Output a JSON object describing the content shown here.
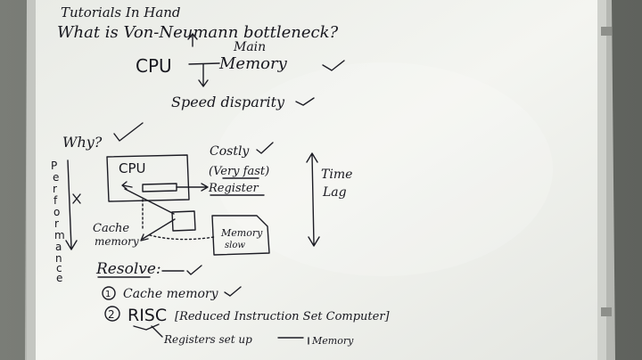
{
  "header": {
    "channel": "Tutorials In Hand",
    "question": "What is Von-Neumann bottleneck?"
  },
  "top_diagram": {
    "cpu": "CPU",
    "main": "Main",
    "memory": "Memory",
    "speed_disparity": "Speed disparity"
  },
  "why_section": {
    "why": "Why?",
    "performance_letters": [
      "P",
      "e",
      "r",
      "f",
      "o",
      "r",
      "m",
      "a",
      "n",
      "c",
      "e"
    ],
    "cpu_box": "CPU",
    "costly": "Costly",
    "very_fast": "(Very fast)",
    "register": "Register",
    "cache_line1": "Cache",
    "cache_line2": "memory",
    "memory_line1": "Memory",
    "memory_line2": "slow",
    "time_line1": "Time",
    "time_line2": "Lag"
  },
  "resolve": {
    "title": "Resolve:",
    "item1_num": "1",
    "item1": "Cache memory",
    "item2_num": "2",
    "item2_abbr": "RISC",
    "item2_full": "[Reduced Instruction Set Computer]",
    "sub_note": "Registers set up",
    "sub_arrow_target": "Memory"
  },
  "colors": {
    "wall": "#6d6f6a",
    "board": "#f1f2ee",
    "frame": "#b9bbb6",
    "ink": "#1c1c24"
  }
}
